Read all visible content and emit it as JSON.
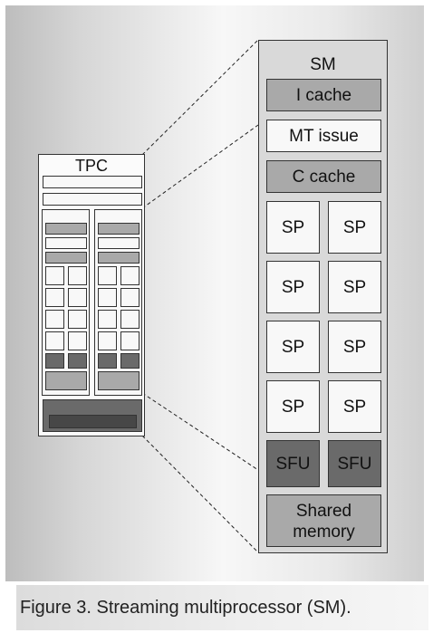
{
  "tpc": {
    "title": "TPC"
  },
  "sm": {
    "title": "SM",
    "i_cache": "I cache",
    "mt_issue": "MT issue",
    "c_cache": "C cache",
    "sp_units": [
      "SP",
      "SP",
      "SP",
      "SP",
      "SP",
      "SP",
      "SP",
      "SP"
    ],
    "sfu_units": [
      "SFU",
      "SFU"
    ],
    "shared_memory_line1": "Shared",
    "shared_memory_line2": "memory"
  },
  "caption": "Figure 3. Streaming multiprocessor (SM)."
}
